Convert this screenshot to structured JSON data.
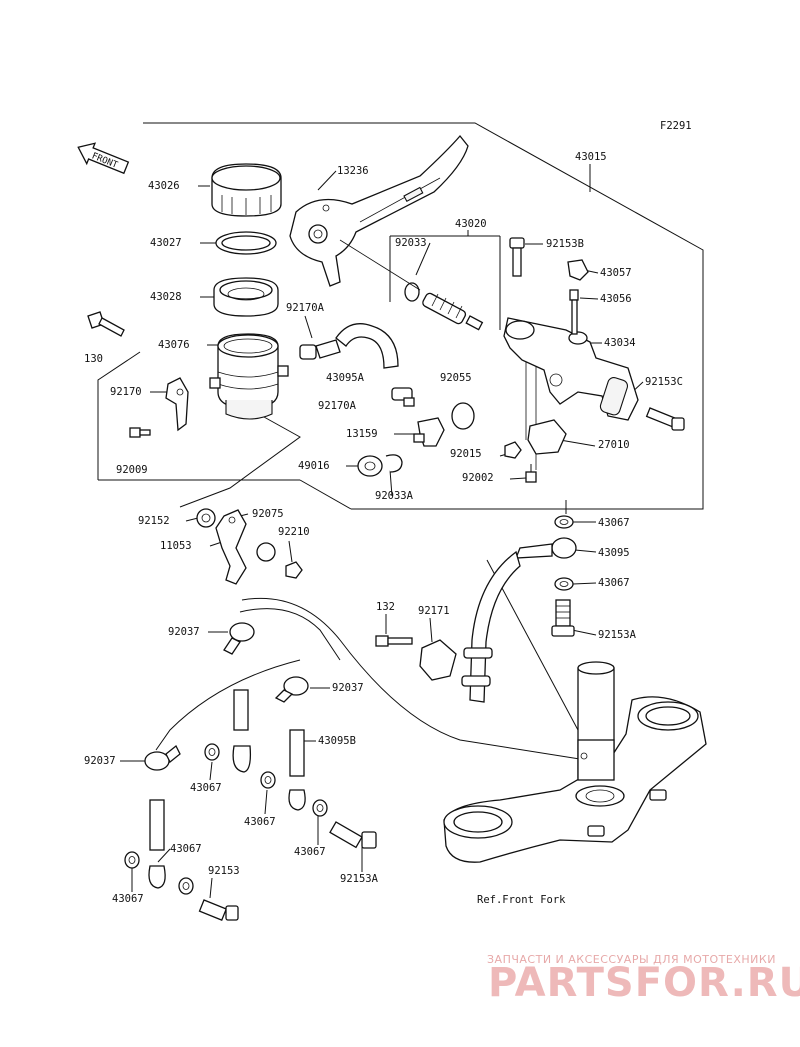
{
  "diagram_code": "F2291",
  "front_label": "FRONT",
  "ref_label": "Ref.Front Fork",
  "watermark": {
    "top": "ЗАПЧАСТИ И АКСЕССУАРЫ ДЛЯ МОТОТЕХНИКИ",
    "brand": "PARTSFOR.RU"
  },
  "parts": [
    "43026",
    "43027",
    "43028",
    "43076",
    "130",
    "92170",
    "92009",
    "13236",
    "92170A",
    "43095A",
    "92170A",
    "13159",
    "49016",
    "92033A",
    "92033",
    "43020",
    "92153B",
    "43057",
    "43056",
    "43015",
    "43034",
    "92153C",
    "92055",
    "92015",
    "27010",
    "92002",
    "43067",
    "92152",
    "92075",
    "92210",
    "11053",
    "43095",
    "43067",
    "92153A",
    "132",
    "92171",
    "92037",
    "92037",
    "92037",
    "43095B",
    "43067",
    "43067",
    "43067",
    "43067",
    "92153",
    "92153A",
    "43067"
  ]
}
